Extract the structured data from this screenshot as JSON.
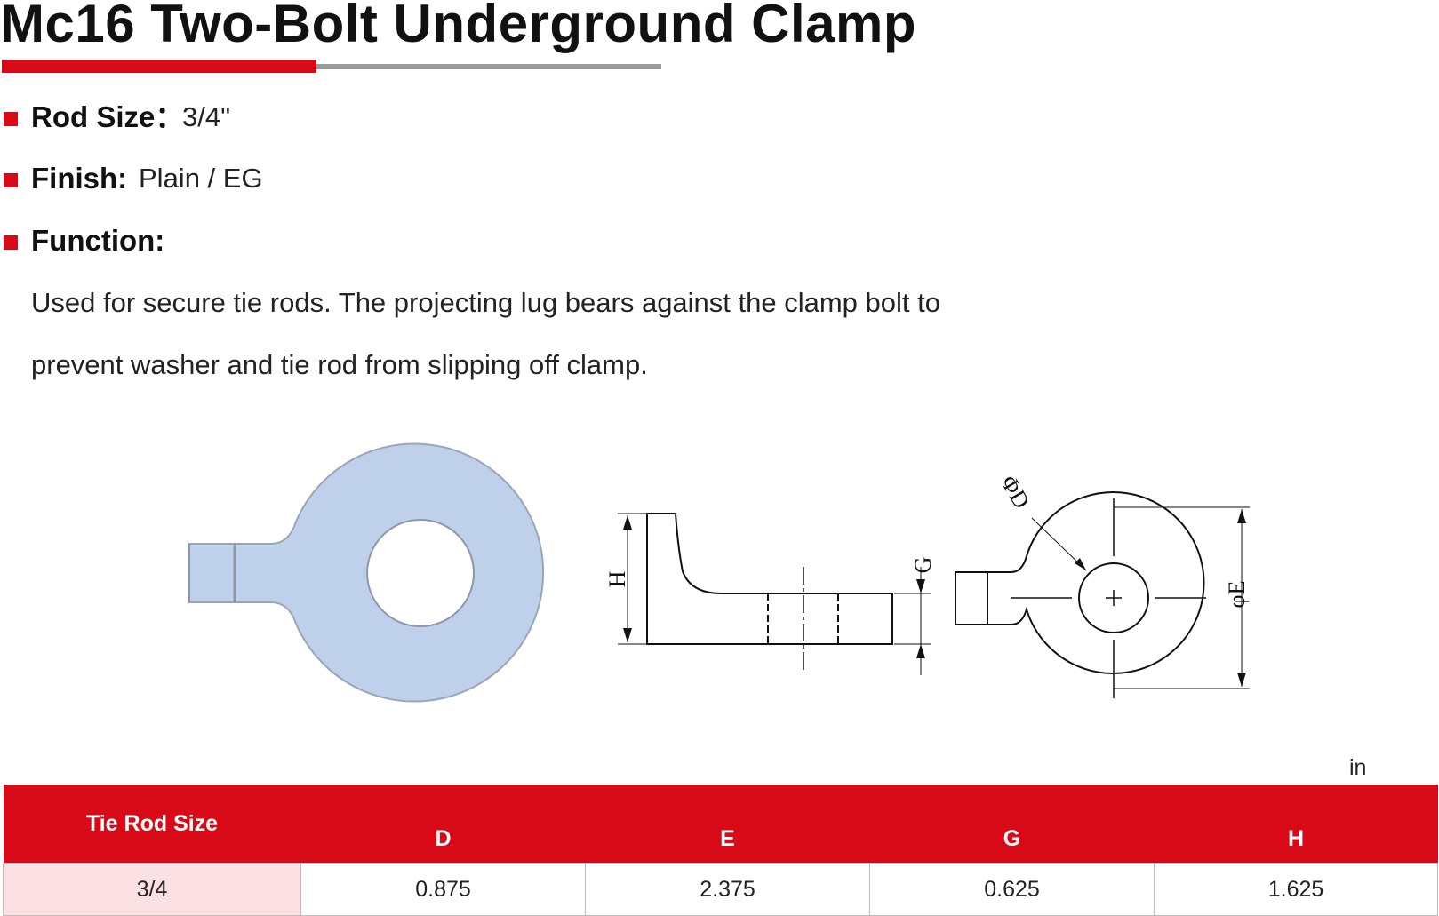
{
  "title": "Mc16 Two-Bolt Underground Clamp",
  "specs": [
    {
      "label": "Rod Size：",
      "value": "3/4\""
    },
    {
      "label": "Finish:",
      "value": "Plain / EG"
    },
    {
      "label": "Function:",
      "value": ""
    }
  ],
  "description": [
    "Used for secure tie rods. The projecting lug bears against the clamp bolt to",
    "prevent washer and tie rod from slipping off clamp."
  ],
  "drawing_labels": {
    "H": "H",
    "G": "G",
    "D": "ΦD",
    "E": "φE"
  },
  "colors": {
    "accent": "#d90a18",
    "rule_gray": "#9b9b9b",
    "render_fill": "#bfd0ea",
    "row_tint": "#fbe1e3"
  },
  "unit": "in",
  "table": {
    "headers": [
      "Tie Rod Size",
      "D",
      "E",
      "G",
      "H"
    ],
    "rows": [
      [
        "3/4",
        "0.875",
        "2.375",
        "0.625",
        "1.625"
      ]
    ]
  }
}
